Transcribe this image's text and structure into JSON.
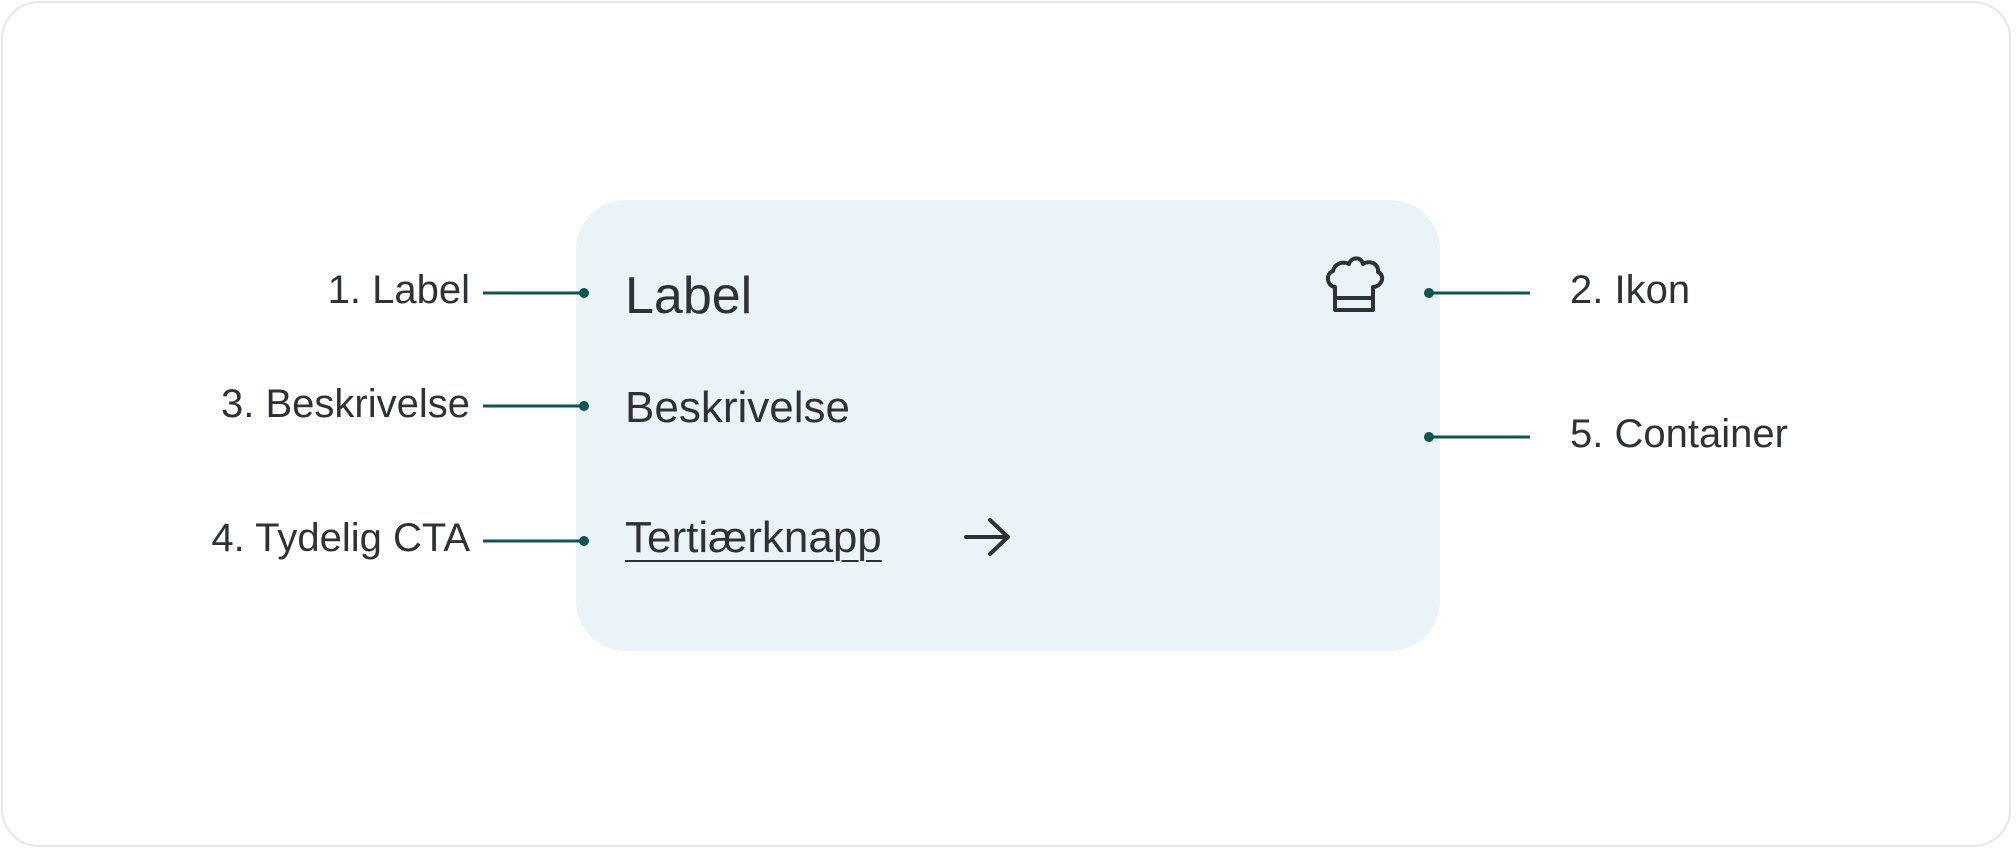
{
  "card": {
    "label": "Label",
    "description": "Beskrivelse",
    "cta_label": "Tertiærknapp"
  },
  "annotations": {
    "label": "1. Label",
    "icon": "2. Ikon",
    "description": "3. Beskrivelse",
    "cta": "4. Tydelig CTA",
    "container": "5. Container"
  },
  "icons": {
    "card_icon": "chef-hat-icon",
    "cta_icon": "arrow-right-icon"
  },
  "colors": {
    "card_background": "#eaf3f8",
    "connector": "#0d5550",
    "text": "#2f3234",
    "frame_border": "#e6e6e6"
  }
}
